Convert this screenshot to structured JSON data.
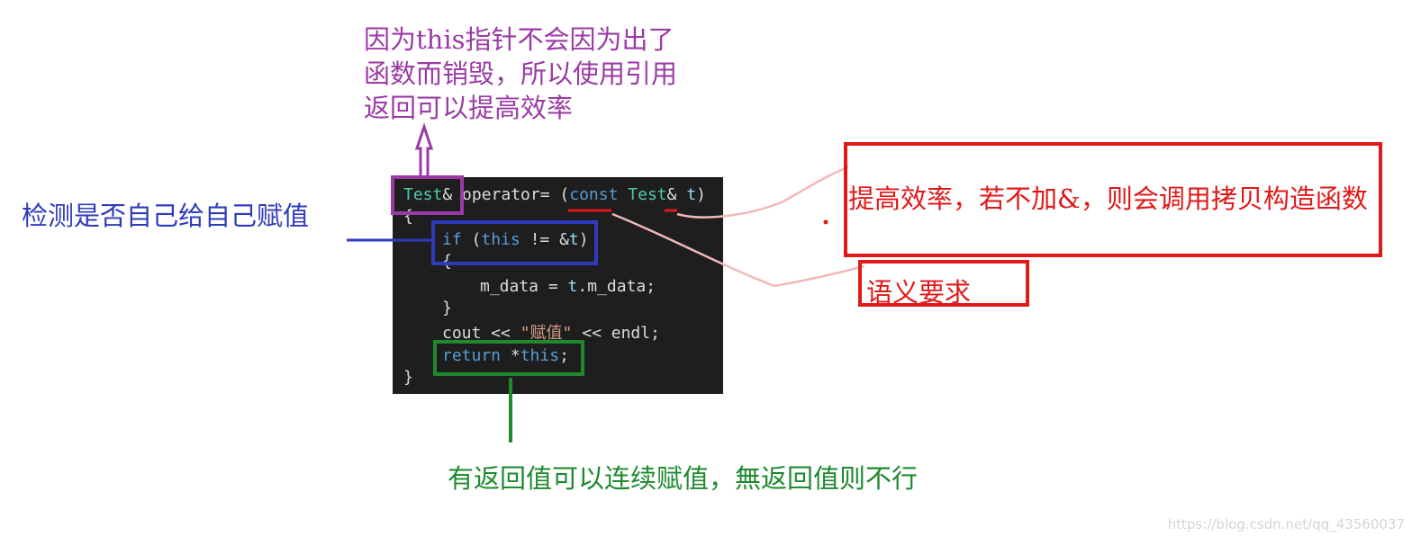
{
  "annotations": {
    "purple_note": [
      "因为this指针不会因为出了",
      "函数而销毁，所以使用引用",
      "返回可以提高效率"
    ],
    "blue_note": "检测是否自己给自己赋值",
    "red_note_main": "提高效率，若不加&，则会调用拷贝构造函数",
    "red_note_secondary": "语义要求",
    "green_note": "有返回值可以连续赋值，無返回值则不行"
  },
  "code": {
    "line1": {
      "ret_type": "Test",
      "amp": "&",
      "name": " operator= (",
      "kw_const": "const",
      "sp": " ",
      "param_type": "Test",
      "param_rest": "& ",
      "param": "t",
      "close": ")"
    },
    "line2": "{",
    "line3": {
      "kw_if": "if",
      "open": " (",
      "kw_this": "this",
      "rest": " != &",
      "param": "t",
      "close": ")"
    },
    "line4": "{",
    "line5": {
      "lhs": "m_data = ",
      "param": "t",
      "rhs": ".m_data;"
    },
    "line6": "}",
    "line7": {
      "pre": "cout << ",
      "str": "\"赋值\"",
      "post": " << endl;"
    },
    "line8": {
      "kw_return": "return",
      "rest": " *",
      "kw_this": "this",
      "semi": ";"
    },
    "line9": "}"
  },
  "watermark": "https://blog.csdn.net/qq_43560037",
  "colors": {
    "purple": "#9b3aa6",
    "blue": "#2f3bbd",
    "red": "#e01919",
    "green": "#1e8a2e",
    "code_bg": "#1e1e1e",
    "keyword": "#569cd6",
    "type": "#4ec9b0"
  }
}
